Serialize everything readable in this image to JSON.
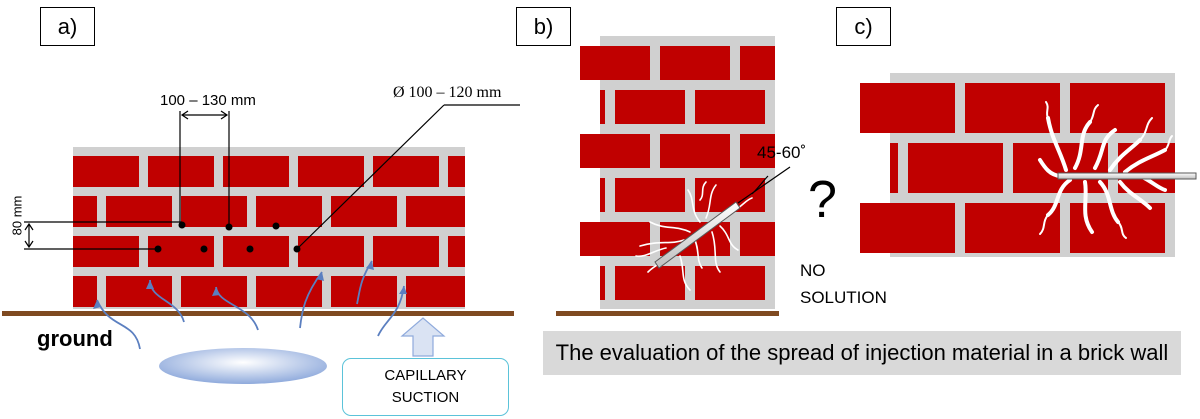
{
  "panels": {
    "a": {
      "label": "a)"
    },
    "b": {
      "label": "b)"
    },
    "c": {
      "label": "c)"
    }
  },
  "panel_a": {
    "spacing_label": "100 – 130 mm",
    "diameter_label": "Ø 100 – 120 mm",
    "height_label": "80 mm",
    "ground_label": "ground",
    "suction_line1": "CAPILLARY",
    "suction_line2": "SUCTION"
  },
  "panel_b": {
    "angle_label": "45-60˚",
    "question_mark": "?",
    "no_solution_line1": "NO",
    "no_solution_line2": "SOLUTION"
  },
  "caption": "The evaluation of the spread of injection material in a brick wall",
  "colors": {
    "brick": "#c00000",
    "mortar": "#d0d0d0",
    "ground": "#7f4a21",
    "water_arrow": "#5b7fc0",
    "puddle": "#b4c7e7",
    "suction_border": "#5bc3d9"
  }
}
